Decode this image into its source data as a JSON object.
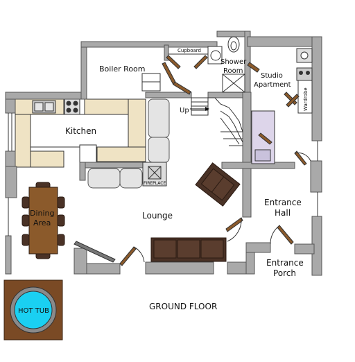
{
  "plan": {
    "caption": "GROUND FLOOR",
    "rooms": {
      "boiler_room": "Boiler Room",
      "cupboard": "Cupboard",
      "shower_room": [
        "Shower",
        "Room"
      ],
      "studio_apartment": [
        "Studio",
        "Apartment"
      ],
      "wardrobe": "Wardrobe",
      "kitchen": "Kitchen",
      "up": "Up",
      "dining_area": [
        "Dining",
        "Area"
      ],
      "lounge": "Lounge",
      "fireplace": "FIREPLACE",
      "entrance_hall": [
        "Entrance",
        "Hall"
      ],
      "entrance_porch": [
        "Entrance",
        "Porch"
      ],
      "hot_tub": "HOT TUB"
    }
  }
}
